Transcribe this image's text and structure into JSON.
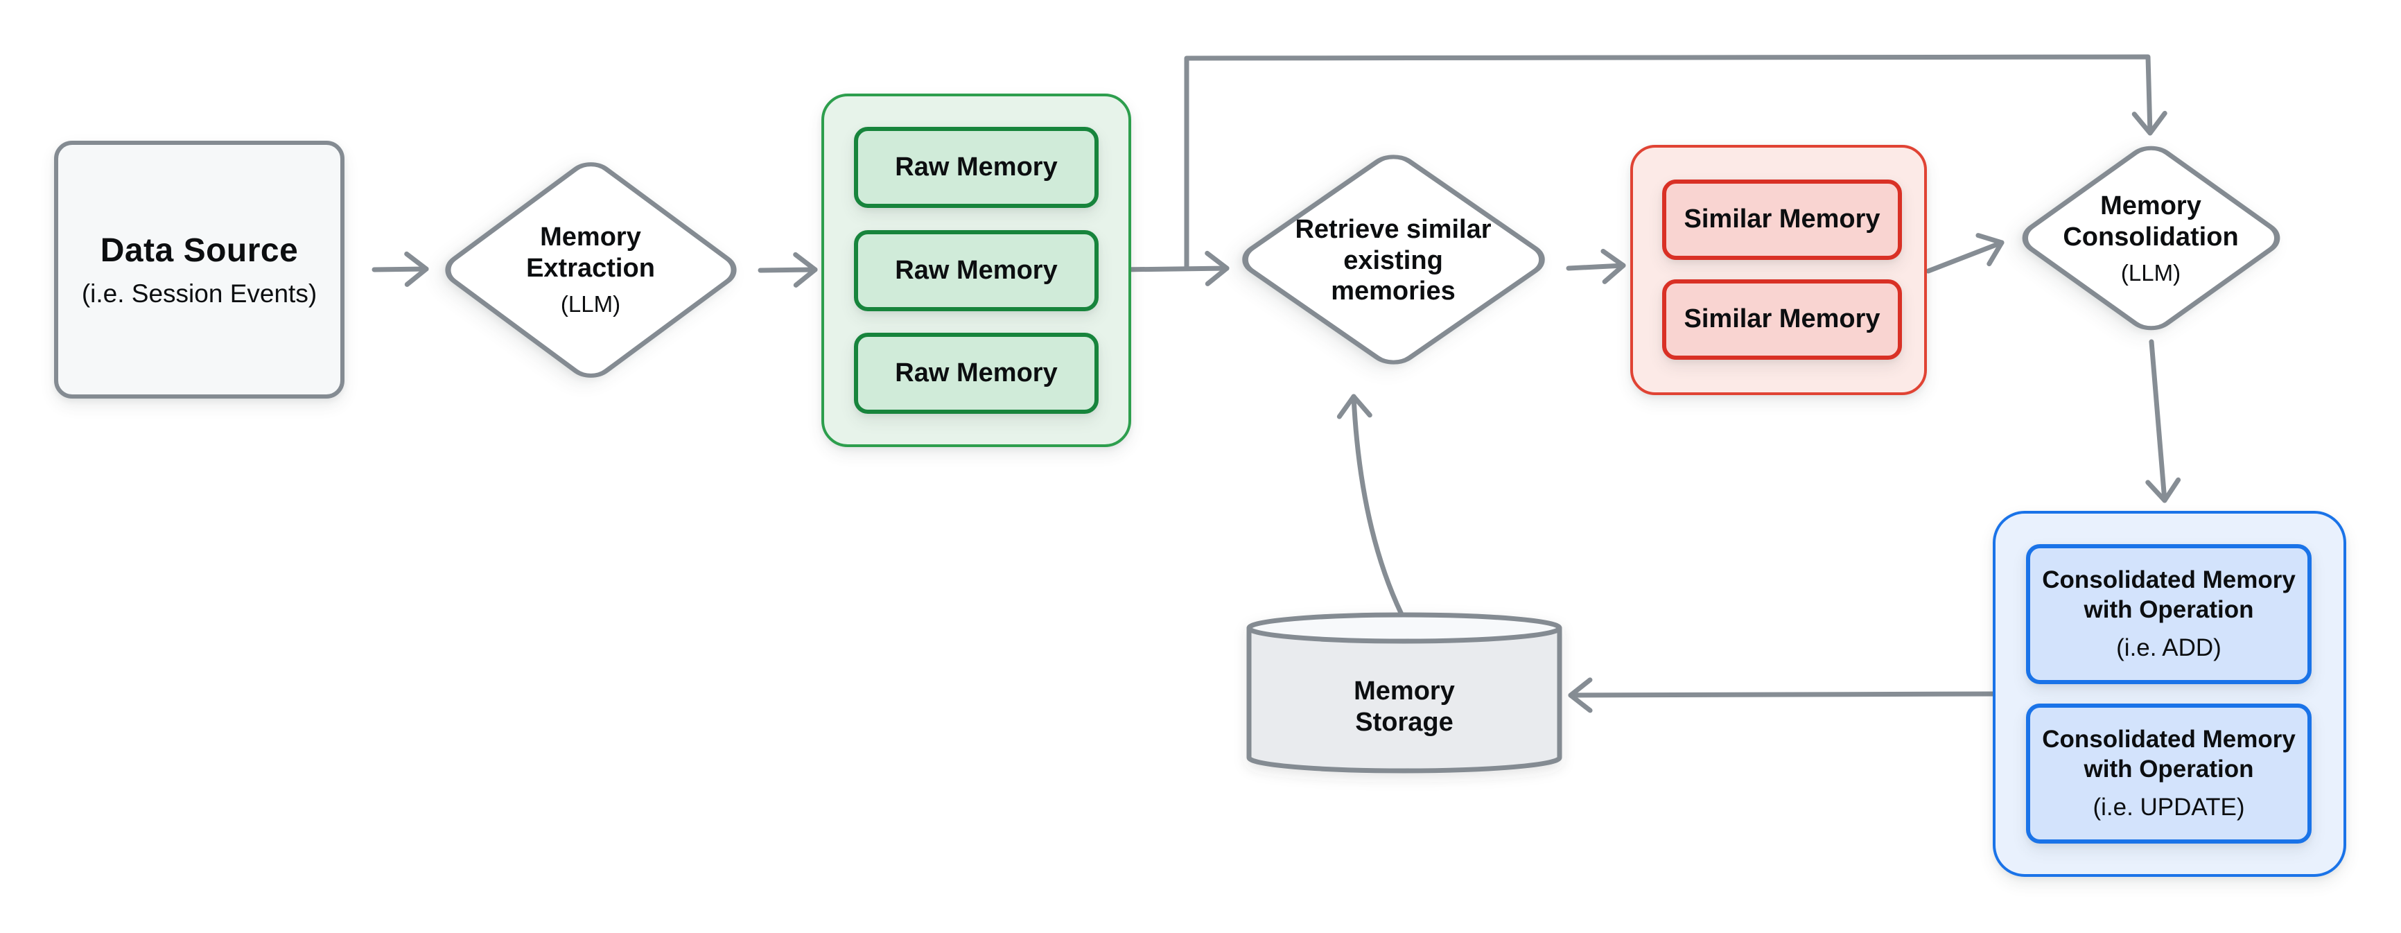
{
  "nodes": {
    "data_source": {
      "title": "Data Source",
      "subtitle": "(i.e. Session Events)"
    },
    "memory_extraction": {
      "title": "Memory Extraction",
      "subtitle": "(LLM)"
    },
    "raw_memories": {
      "items": [
        "Raw Memory",
        "Raw Memory",
        "Raw Memory"
      ]
    },
    "retrieve": {
      "title": "Retrieve similar existing memories"
    },
    "similar_memories": {
      "items": [
        "Similar Memory",
        "Similar Memory"
      ]
    },
    "memory_consolidation": {
      "title": "Memory Consolidation",
      "subtitle": "(LLM)"
    },
    "consolidated": {
      "items": [
        {
          "title": "Consolidated Memory with Operation",
          "subtitle": "(i.e. ADD)"
        },
        {
          "title": "Consolidated Memory with Operation",
          "subtitle": "(i.e. UPDATE)"
        }
      ]
    },
    "memory_storage": {
      "title": "Memory Storage"
    }
  },
  "edges": [
    {
      "from": "data-source",
      "to": "memory-extraction"
    },
    {
      "from": "memory-extraction",
      "to": "raw-memories"
    },
    {
      "from": "raw-memories",
      "to": "retrieve-similar-existing-memories"
    },
    {
      "from": "raw-memories",
      "to": "memory-consolidation",
      "via": "top-feedback-line"
    },
    {
      "from": "retrieve-similar-existing-memories",
      "to": "similar-memories"
    },
    {
      "from": "similar-memories",
      "to": "memory-consolidation"
    },
    {
      "from": "memory-consolidation",
      "to": "consolidated-memories"
    },
    {
      "from": "consolidated-memories",
      "to": "memory-storage"
    },
    {
      "from": "memory-storage",
      "to": "retrieve-similar-existing-memories"
    }
  ],
  "colors": {
    "line": "#868d94",
    "neutral_border": "#848b92",
    "neutral_fill": "#f6f8f9",
    "green_border": "#2d9e4d",
    "green_fill": "#e7f3ea",
    "green_box_fill": "#d0ebd9",
    "green_box_border": "#17843c",
    "red_border": "#e04334",
    "red_fill": "#fceae7",
    "red_box_fill": "#f9d4d1",
    "red_box_border": "#d93025",
    "blue_border": "#1a73e8",
    "blue_fill": "#e9f1fd",
    "blue_box_fill": "#d3e3fc",
    "cylinder_fill": "#e9ebee",
    "cylinder_top_fill": "#f7f9fb"
  }
}
